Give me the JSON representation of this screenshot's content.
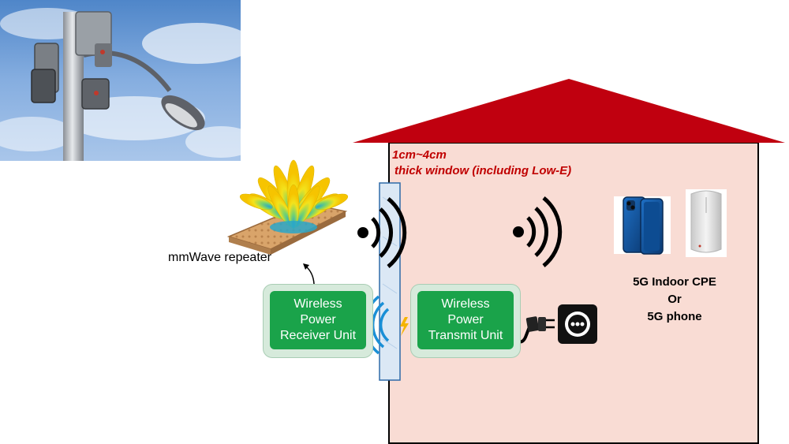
{
  "labels": {
    "window_thickness": "1cm~4cm",
    "window_type": "thick window (including Low-E)",
    "repeater": "mmWave repeater",
    "receiver_unit": [
      "Wireless",
      "Power",
      "Receiver Unit"
    ],
    "transmit_unit": [
      "Wireless",
      "Power",
      "Transmit Unit"
    ],
    "device": [
      "5G Indoor CPE",
      "Or",
      "5G phone"
    ]
  },
  "colors": {
    "roof": "#c0000f",
    "house_wall": "#f9dcd4",
    "window": "#dbe8f5",
    "window_border": "#2e6aa8",
    "unit_green": "#1aa34a",
    "unit_outer": "#d6eadb",
    "label_red": "#c00000",
    "power_wave": "#1a8fd6",
    "lightning": "#f5b400"
  },
  "icons": {
    "pole": "street-pole-with-5g-antennas",
    "repeater_panel": "beamforming-panel-icon",
    "wifi_out": "wireless-signal-icon",
    "wifi_in": "wireless-signal-icon",
    "power_wave": "power-wave-icon",
    "bolt": "lightning-icon",
    "plug": "power-plug-icon",
    "socket": "wall-socket-icon",
    "phone": "smartphone-icon",
    "cpe": "cpe-router-icon"
  }
}
